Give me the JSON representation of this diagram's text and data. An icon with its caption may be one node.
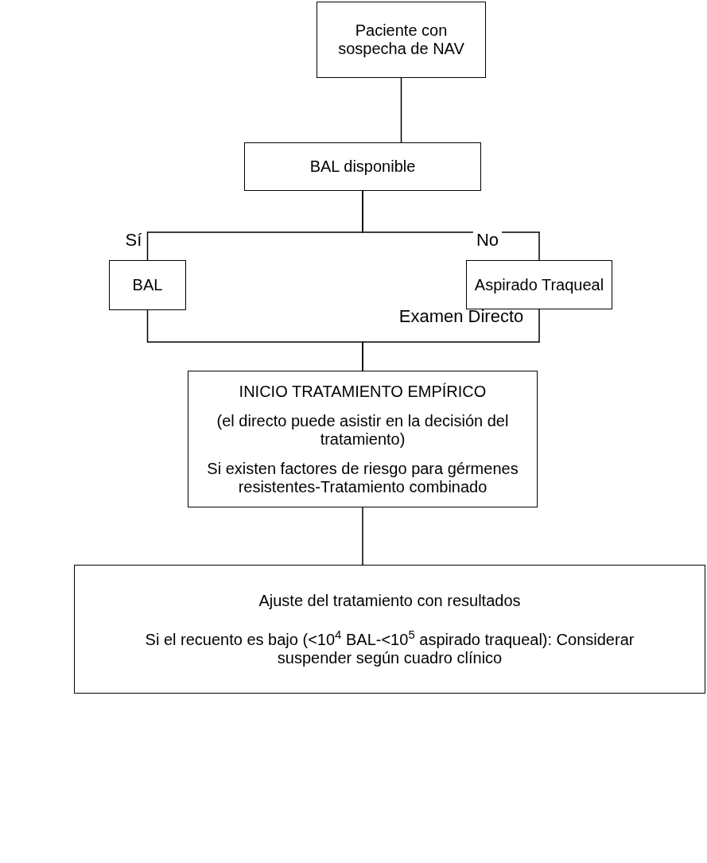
{
  "diagram": {
    "nodes": [
      {
        "text": [
          "Paciente con sospecha de NAV"
        ]
      },
      {
        "text": [
          "BAL disponible"
        ]
      },
      {
        "text": [
          "BAL"
        ]
      },
      {
        "text": [
          "Aspirado Traqueal"
        ]
      },
      {
        "text": [
          "INICIO TRATAMIENTO EMPÍRICO",
          "(el directo puede asistir en la decisión del tratamiento)",
          "Si existen factores de riesgo para gérmenes resistentes-Tratamiento combinado"
        ]
      },
      {
        "text": [
          "Ajuste del tratamiento con resultados",
          "Si el recuento es bajo (<10$^{4}$ BAL-<10$^{5}$ aspirado traqueal): Considerar suspender según cuadro clínico"
        ]
      }
    ],
    "edges": [
      {
        "from": 0,
        "to": 1,
        "arrow": "none"
      },
      {
        "from": 1,
        "to": 2,
        "arrow": "none",
        "label": "Sí"
      },
      {
        "from": 1,
        "to": 3,
        "arrow": "none",
        "label": "No"
      },
      {
        "from": 2,
        "to": 4,
        "arrow": "none"
      },
      {
        "from": 3,
        "to": 4,
        "arrow": "none"
      },
      {
        "from": 4,
        "to": 5,
        "arrow": "none"
      }
    ],
    "labels": [
      "Examen Directo"
    ]
  }
}
